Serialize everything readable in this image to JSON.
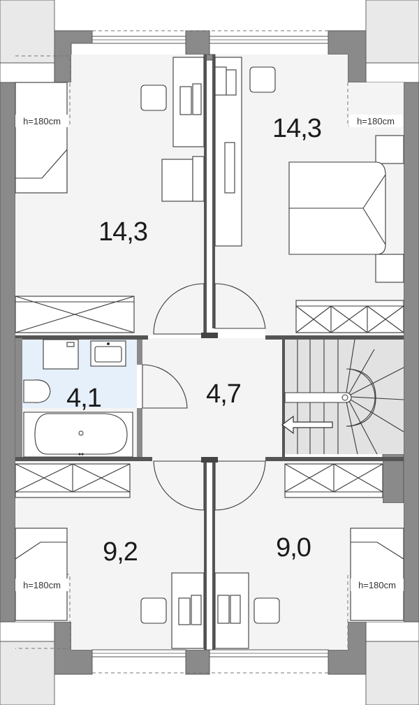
{
  "rooms": {
    "bedroom_top_left": {
      "area": "14,3"
    },
    "bedroom_top_right": {
      "area": "14,3"
    },
    "bathroom": {
      "area": "4,1"
    },
    "hallway": {
      "area": "4,7"
    },
    "bedroom_bottom_left": {
      "area": "9,2"
    },
    "bedroom_bottom_right": {
      "area": "9,0"
    }
  },
  "height_notes": {
    "top_left": "h=180cm",
    "top_right": "h=180cm",
    "bottom_left": "h=180cm",
    "bottom_right": "h=180cm"
  },
  "colors": {
    "wall": "#8a8a8a",
    "floor": "#f4f4f4",
    "bathroom_floor": "#e6f0fa",
    "stairs": "#e2e2e2"
  }
}
